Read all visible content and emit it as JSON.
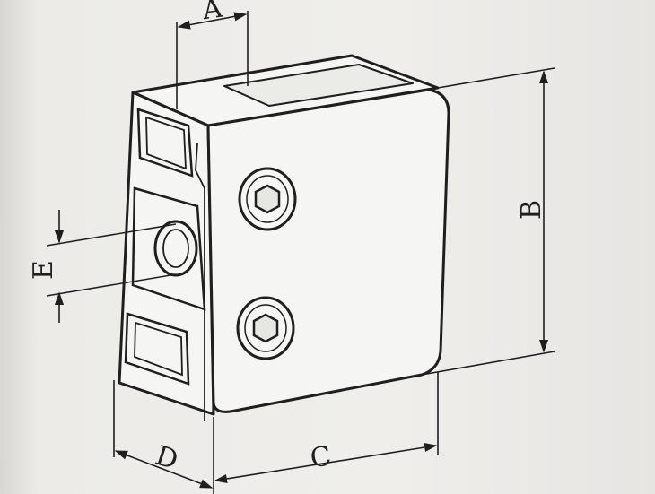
{
  "diagram": {
    "labels": {
      "A": "A",
      "B": "B",
      "C": "C",
      "D": "D",
      "E": "E"
    },
    "colors": {
      "line": "#1f1f1f",
      "paper": "#efeeeb",
      "part_face": "#f5f5f3"
    }
  }
}
